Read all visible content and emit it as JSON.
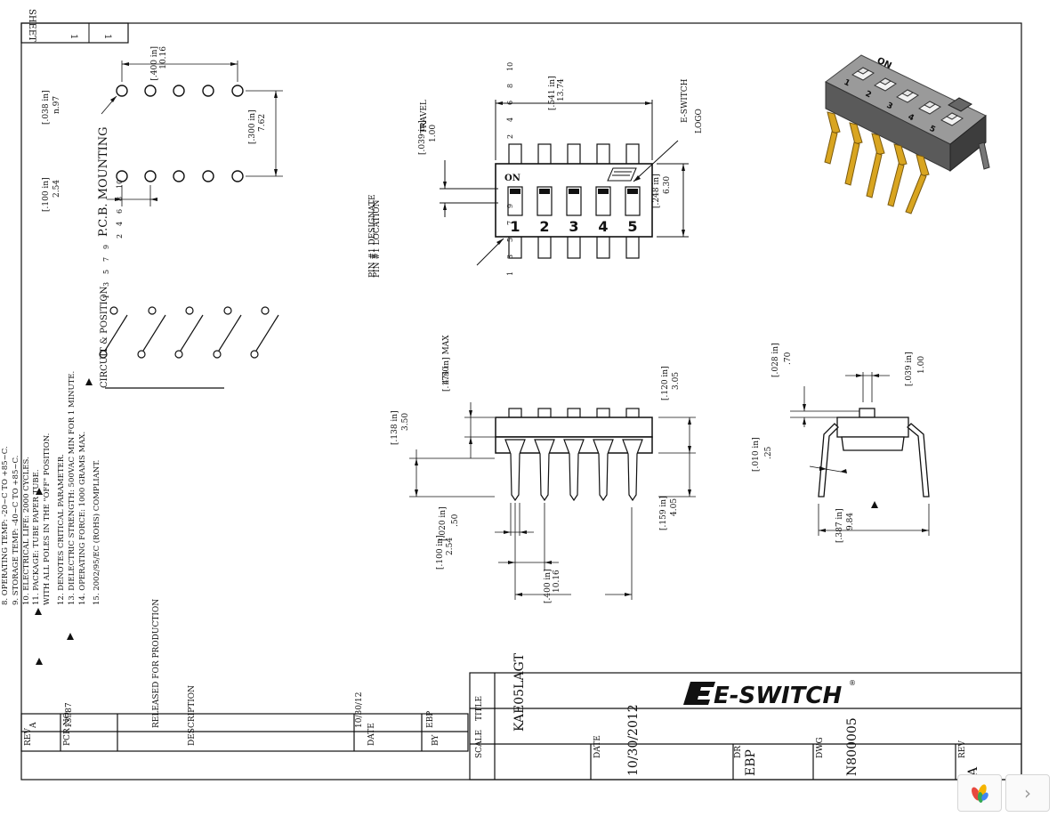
{
  "sheet_label": "SHEET",
  "sheet_num": "1",
  "sheet_of": "1",
  "pcb_mounting_label": "P.C.B. MOUNTING",
  "dim_pitch_in": "[.400 in]",
  "dim_pitch_mm": "10.16",
  "dim_hole_in": "[.038 in]",
  "dim_hole_mm": "n.97",
  "dim_row_in": "[.300 in]",
  "dim_row_mm": "7.62",
  "dim_pin_in": "[.100 in]",
  "dim_pin_mm": "2.54",
  "pin_labels_top": [
    "2",
    "4",
    "6",
    "8",
    "10"
  ],
  "pin_labels_bottom": [
    "1",
    "3",
    "5",
    "7",
    "9"
  ],
  "circuit_label": "CIRCUIT & POSITION",
  "notes": [
    "8. OPERATING TEMP: -20~C TO +85~C.",
    "9. STORAGE TEMP: -40~C TO +85~C.",
    "10. ELECTRICAL LIFE: 2000 CYCLES.",
    "11. PACKAGE: TUBE PAPER TUBE.",
    "WITH ALL POLES IN THE \"OFF\" POSITION.",
    "12. DENOTES CRITICAL PARAMETER.",
    "13. DIELECTRIC STRENGTH: 500VAC MIN FOR 1 MINUTE.",
    "14. OPERATING FORCE: 1000 GRAMS MAX.",
    "15. 2002/95/EC (ROHS) COMPLIANT."
  ],
  "top_view": {
    "on_label": "ON",
    "switch_numbers": [
      "1",
      "2",
      "3",
      "4",
      "5"
    ],
    "dim_length_in": "[.541 in]",
    "dim_length_mm": "13.74",
    "dim_travel_in": "[.039 in]",
    "dim_travel_mm": "1.00",
    "travel_label": "TRAVEL",
    "dim_width_in": "[.248 in]",
    "dim_width_mm": "6.30",
    "logo_label_1": "E-SWITCH",
    "logo_label_2": "LOGO",
    "pin_labels_top": [
      "2",
      "4",
      "6",
      "8",
      "10"
    ],
    "pin_labels_bottom": [
      "1",
      "3",
      "5",
      "7",
      "9"
    ],
    "pin1_label_1": "PIN #1 DESIGNATE",
    "pin1_label_2": "PIN #1 LOCATION"
  },
  "front_view": {
    "dim_act_in": "[.120 in]",
    "dim_act_mm": "3.05",
    "dim_body_in": "[.138 in]",
    "dim_body_mm": "3.50",
    "dim_max_label": "[.174 in] MAX",
    "dim_max_mm": "4.50",
    "dim_pin_w_in": "[.020 in]",
    "dim_pin_w_mm": ".50",
    "dim_pitch_in": "[.100 in]",
    "dim_pitch_mm": "2.54",
    "dim_pinlen_in": "[.159 in]",
    "dim_pinlen_mm": "4.05",
    "dim_span_in": "[.400 in]",
    "dim_span_mm": "10.16"
  },
  "side_view": {
    "dim_a_in": "[.028 in]",
    "dim_a_mm": ".70",
    "dim_b_in": "[.039 in]",
    "dim_b_mm": "1.00",
    "dim_c_in": "[.010 in]",
    "dim_c_mm": ".25",
    "dim_d_in": "[.387 in]",
    "dim_d_mm": "9.84"
  },
  "revision_block": {
    "rev_label": "REV",
    "rev_value": "A",
    "pcr_label": "PCR NO.",
    "pcr_value": "13587",
    "desc_label": "DESCRIPTION",
    "desc_value": "RELEASED FOR PRODUCTION",
    "date_label": "DATE",
    "date_value": "10/30/12",
    "by_label": "BY",
    "by_value": "EBP"
  },
  "title_block": {
    "brand": "E-SWITCH",
    "brand_mark": "®",
    "title_label": "TITLE",
    "title_value": "KAE05LAGT",
    "scale_label": "SCALE",
    "date_label": "DATE",
    "date_value": "10/30/2012",
    "dr_label": "DR",
    "dr_value": "EBP",
    "dwg_label": "DWG",
    "dwg_value": "N800005",
    "rev_label": "REV",
    "rev_value": "A"
  },
  "viewer": {
    "next_glyph": "›"
  }
}
